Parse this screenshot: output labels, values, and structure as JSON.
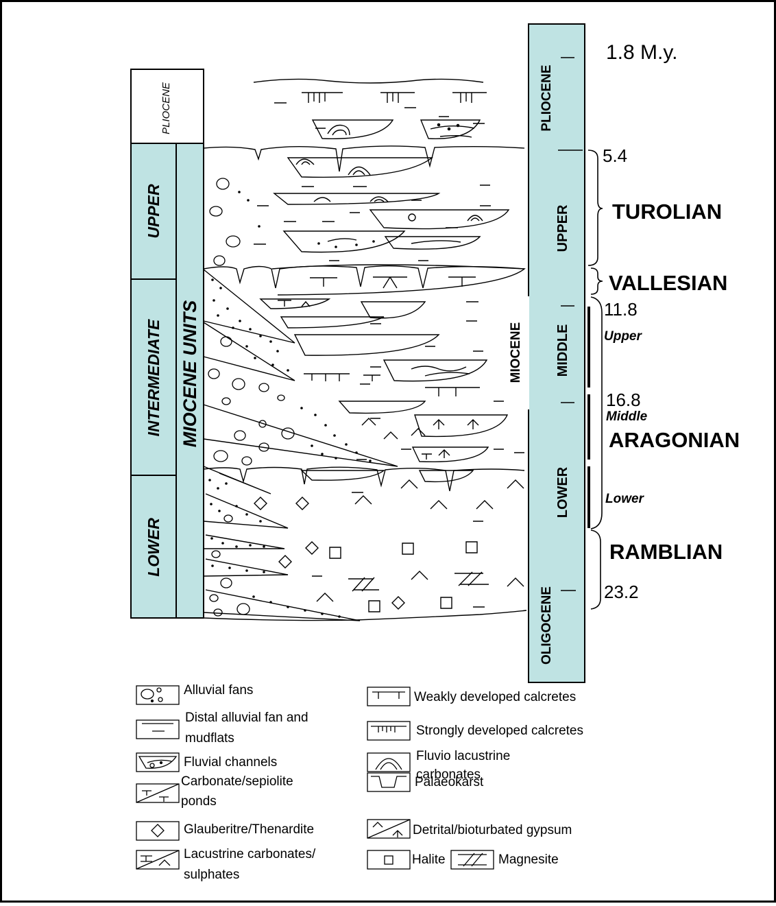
{
  "left_column": {
    "pliocene_label": "PLIOCENE",
    "unit_labels": [
      "UPPER",
      "INTERMEDIATE",
      "LOWER"
    ],
    "miocene_units_label": "MIOCENE UNITS",
    "fill_color": "#bfe3e3"
  },
  "right_column": {
    "epoch_labels": {
      "pliocene": "PLIOCENE",
      "upper": "UPPER",
      "middle": "MIDDLE",
      "miocene": "MIOCENE",
      "lower": "LOWER",
      "oligocene": "OLIGOCENE"
    },
    "ages": {
      "top": "1.8 M.y.",
      "a": "5.4",
      "b": "11.8",
      "c": "16.8",
      "d": "23.2"
    },
    "stages": {
      "turolian": "TUROLIAN",
      "vallesian": "VALLESIAN",
      "aragonian": "ARAGONIAN",
      "ramblian": "RAMBLIAN"
    },
    "substages": {
      "upper": "Upper",
      "middle": "Middle",
      "lower": "Lower"
    },
    "fill_color": "#bfe3e3"
  },
  "legend": {
    "left": [
      {
        "symbol": "alluvial-fan-symbol",
        "label_lines": [
          "Alluvial fans"
        ]
      },
      {
        "symbol": "mudflat-symbol",
        "label_lines": [
          "Distal alluvial fan and",
          "mudflats"
        ]
      },
      {
        "symbol": "channel-symbol",
        "label_lines": [
          "Fluvial channels"
        ]
      },
      {
        "symbol": "carbonate-pond-symbol",
        "label_lines": [
          "Carbonate/sepiolite",
          "ponds"
        ]
      },
      {
        "symbol": "glauberite-symbol",
        "label_lines": [
          "Glauberitre/Thenardite"
        ]
      },
      {
        "symbol": "lacustrine-symbol",
        "label_lines": [
          "Lacustrine carbonates/",
          "sulphates"
        ]
      }
    ],
    "right": [
      {
        "symbol": "weak-calcrete-symbol",
        "label_lines": [
          "Weakly developed calcretes"
        ]
      },
      {
        "symbol": "strong-calcrete-symbol",
        "label_lines": [
          "Strongly developed calcretes"
        ]
      },
      {
        "symbol": "fluvio-lacustrine-symbol",
        "label_lines": [
          "Fluvio lacustrine",
          "carbonates"
        ]
      },
      {
        "symbol": "palaeokarst-symbol",
        "label_lines": [
          "Palaeokarst"
        ]
      },
      {
        "symbol": "gypsum-symbol",
        "label_lines": [
          "Detrital/bioturbated gypsum"
        ]
      }
    ],
    "halite_label": "Halite",
    "magnesite_label": "Magnesite"
  }
}
